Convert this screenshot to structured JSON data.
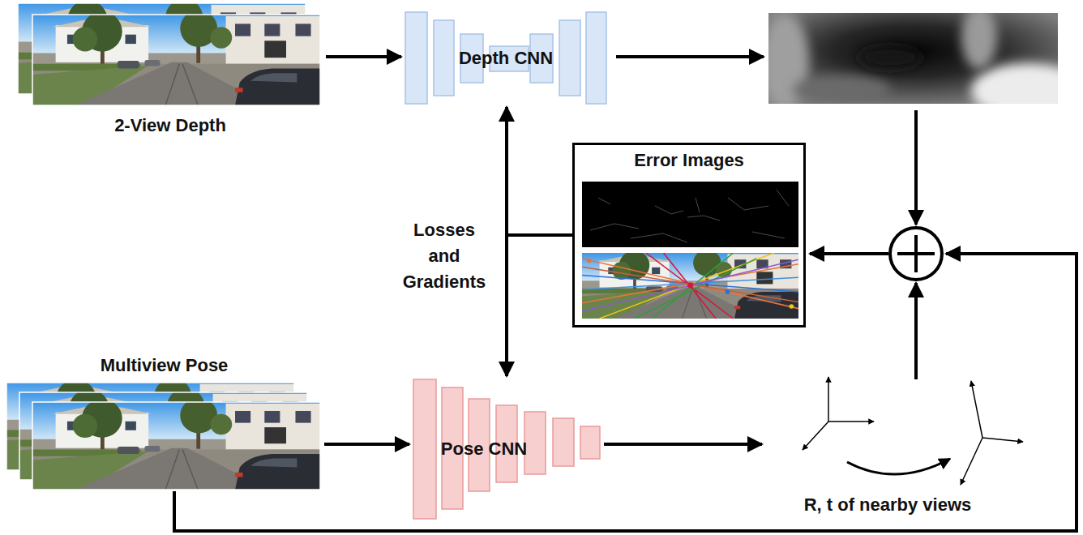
{
  "diagram": {
    "nodes": [
      {
        "text": [
          "2-View Depth"
        ]
      },
      {
        "text": [
          "Depth CNN"
        ]
      },
      {
        "text": [
          "Error Images"
        ]
      },
      {
        "text": [
          "Multiview Pose"
        ]
      },
      {
        "text": [
          "Pose CNN"
        ]
      },
      {
        "text": [
          "R, t of nearby views"
        ]
      }
    ],
    "edges": [
      {
        "from": 0,
        "to": 1,
        "arrow": "to"
      },
      {
        "from": 2,
        "to": 1,
        "arrow": "to"
      },
      {
        "from": 2,
        "to": 4,
        "arrow": "to"
      },
      {
        "from": 3,
        "to": 4,
        "arrow": "to"
      },
      {
        "from": 4,
        "to": 5,
        "arrow": "to"
      }
    ],
    "labels": [
      "Losses and Gradients"
    ]
  }
}
